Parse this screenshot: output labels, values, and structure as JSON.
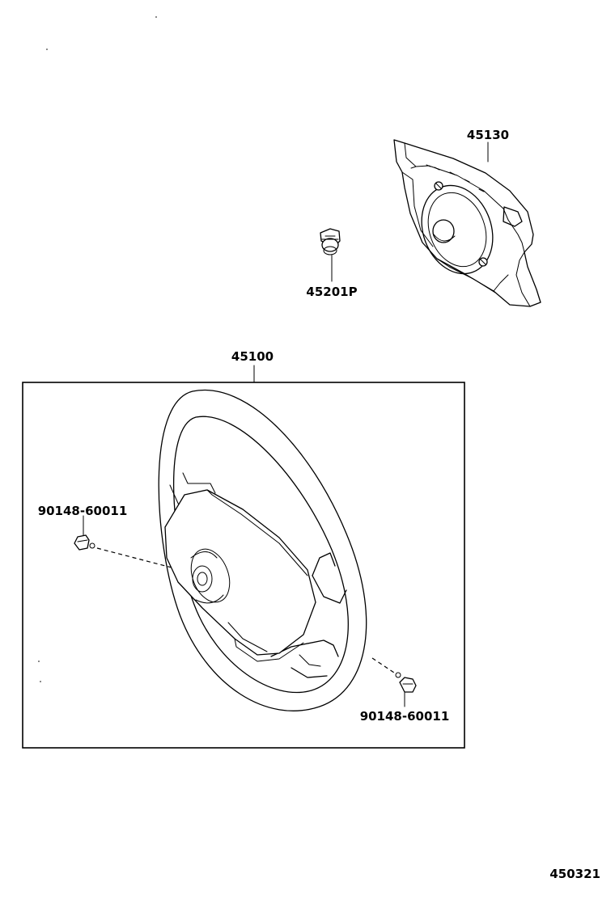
{
  "parts": {
    "horn_pad": "45130",
    "nut": "45201P",
    "steering_wheel": "45100",
    "screw_left": "90148-60011",
    "screw_right": "90148-60011"
  },
  "diagram_id": "450321"
}
